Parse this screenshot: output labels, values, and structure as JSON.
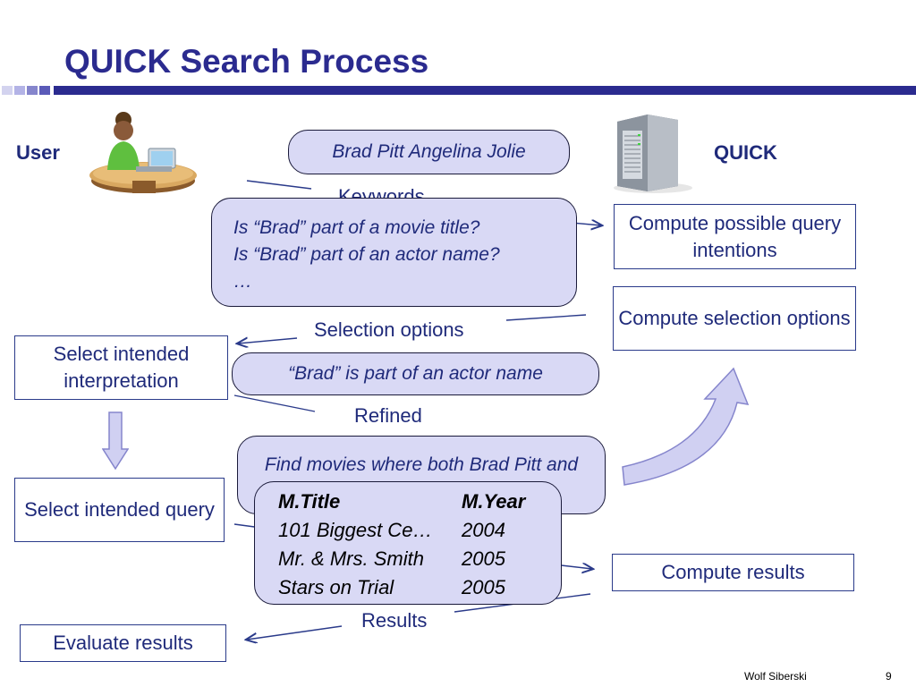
{
  "slide": {
    "title": "QUICK Search Process",
    "title_color": "#2b2b8f",
    "accent_light": "#b3b3e6",
    "accent_mid": "#8585cc"
  },
  "labels": {
    "user": "User",
    "quick": "QUICK"
  },
  "icons": {
    "user": "user-at-computer-icon",
    "server": "server-icon"
  },
  "bubbles": {
    "query": "Brad Pitt Angelina Jolie",
    "questions": [
      "Is “Brad” part of a movie title?",
      "Is “Brad” part of an actor name?",
      "…"
    ],
    "selection": "“Brad” is part of an actor name",
    "refined": "Find movies where both Brad Pitt and Angelina Jolie are actors"
  },
  "flow_labels": {
    "keywords": "Keywords",
    "selection_options": "Selection options",
    "refined": "Refined",
    "results": "Results"
  },
  "user_steps": {
    "select_interpretation": "Select intended interpretation",
    "select_query": "Select intended query",
    "evaluate_results": "Evaluate results"
  },
  "quick_steps": {
    "compute_intentions": "Compute possible query intentions",
    "compute_selection": "Compute selection options",
    "compute_results": "Compute results"
  },
  "results_table": {
    "headers": [
      "M.Title",
      "M.Year"
    ],
    "rows": [
      [
        "101 Biggest Ce…",
        "2004"
      ],
      [
        "Mr. & Mrs. Smith",
        "2005"
      ],
      [
        "Stars on Trial",
        "2005"
      ]
    ]
  },
  "footer": {
    "author": "Wolf Siberski",
    "page": "9"
  }
}
